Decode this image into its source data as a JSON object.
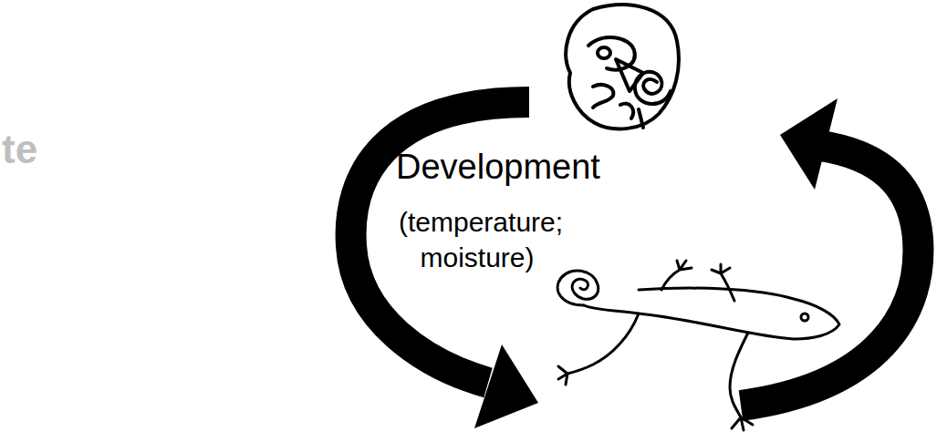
{
  "diagram": {
    "labels": [
      "te",
      "Development",
      "(temperature; moisture)"
    ]
  }
}
